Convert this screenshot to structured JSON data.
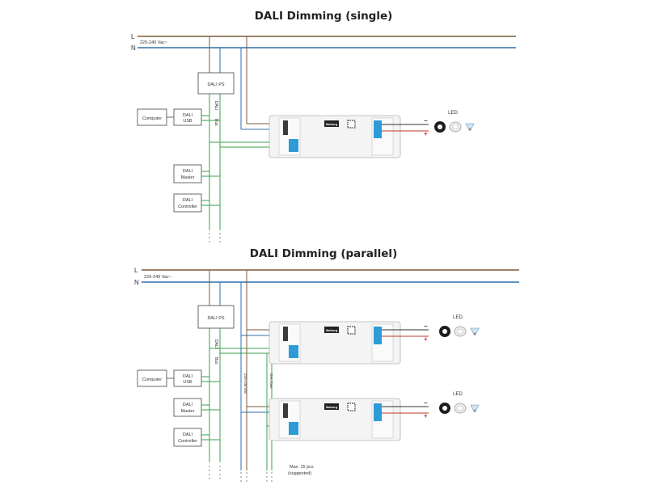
{
  "diagram_single": {
    "title": "DALI Dimming (single)",
    "line_l": "L",
    "line_n": "N",
    "voltage": "220-240 Vac~",
    "dali_ps": "DALI PS",
    "computer": "Computer",
    "dali_usb": [
      "DALI",
      "USB"
    ],
    "dali_master": [
      "DALI",
      "Master"
    ],
    "dali_controller": [
      "DALI",
      "Controller"
    ],
    "bus_label": [
      "DALI",
      "Bus"
    ],
    "brand": "iliaburg",
    "minus": "−",
    "plus": "+",
    "led": "LED"
  },
  "diagram_parallel": {
    "title": "DALI Dimming (parallel)",
    "line_l": "L",
    "line_n": "N",
    "voltage": "220-240 Vac~",
    "dali_ps": "DALI PS",
    "computer": "Computer",
    "dali_usb": [
      "DALI",
      "USB"
    ],
    "dali_master": [
      "DALI",
      "Master"
    ],
    "dali_controller": [
      "DALI",
      "Controller"
    ],
    "bus_label": [
      "DALI",
      "Bus"
    ],
    "vac_label": "220-240 Vac",
    "dali_bus_label": "DALI bus",
    "brand": "iliaburg",
    "minus": "−",
    "plus": "+",
    "led": "LED",
    "note": [
      "Max. 15 pcs",
      "(suggested)"
    ]
  },
  "colors": {
    "line_l": "#7a5a3c",
    "line_n": "#2f6fb0",
    "bus": "#3aa14a",
    "led_plus": "#c0392b",
    "led_minus": "#333333",
    "box": "#444444"
  }
}
